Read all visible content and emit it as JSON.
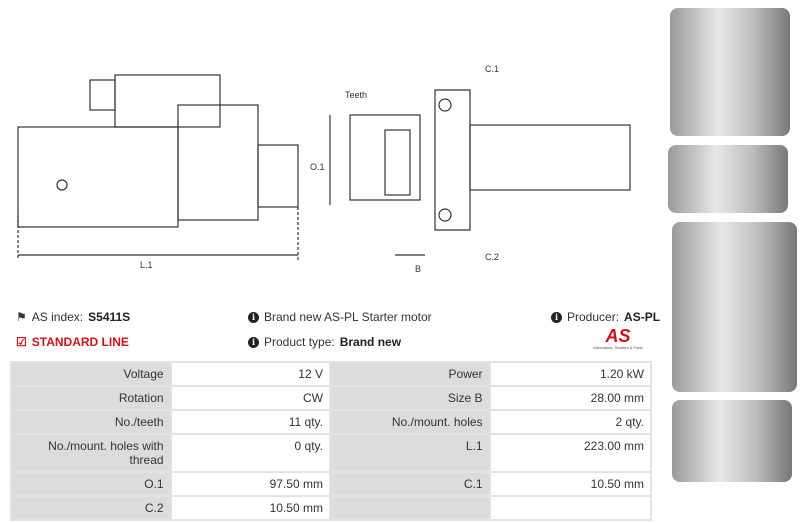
{
  "diagram": {
    "label_l1": "L.1",
    "label_o1": "O.1",
    "label_teeth": "Teeth",
    "label_c1": "C.1",
    "label_c2": "C.2",
    "label_b": "B"
  },
  "info": {
    "as_index_label": "AS index:",
    "as_index_value": "S5411S",
    "standard_line": "STANDARD LINE",
    "description": "Brand new AS-PL Starter motor",
    "product_type_label": "Product type:",
    "product_type_value": "Brand new",
    "producer_label": "Producer:",
    "producer_value": "AS-PL",
    "logo_text": "AS",
    "logo_tagline": "Alternators, Starters & Parts"
  },
  "specs": [
    [
      {
        "l": "Voltage",
        "v": "12 V"
      },
      {
        "l": "Power",
        "v": "1.20 kW"
      }
    ],
    [
      {
        "l": "Rotation",
        "v": "CW"
      },
      {
        "l": "Size B",
        "v": "28.00 mm"
      }
    ],
    [
      {
        "l": "No./teeth",
        "v": "11 qty."
      },
      {
        "l": "No./mount. holes",
        "v": "2 qty."
      }
    ],
    [
      {
        "l": "No./mount. holes with thread",
        "v": "0 qty."
      },
      {
        "l": "L.1",
        "v": "223.00 mm"
      }
    ],
    [
      {
        "l": "O.1",
        "v": "97.50 mm"
      },
      {
        "l": "C.1",
        "v": "10.50 mm"
      }
    ],
    [
      {
        "l": "C.2",
        "v": "10.50 mm"
      },
      {
        "l": "",
        "v": ""
      }
    ]
  ]
}
